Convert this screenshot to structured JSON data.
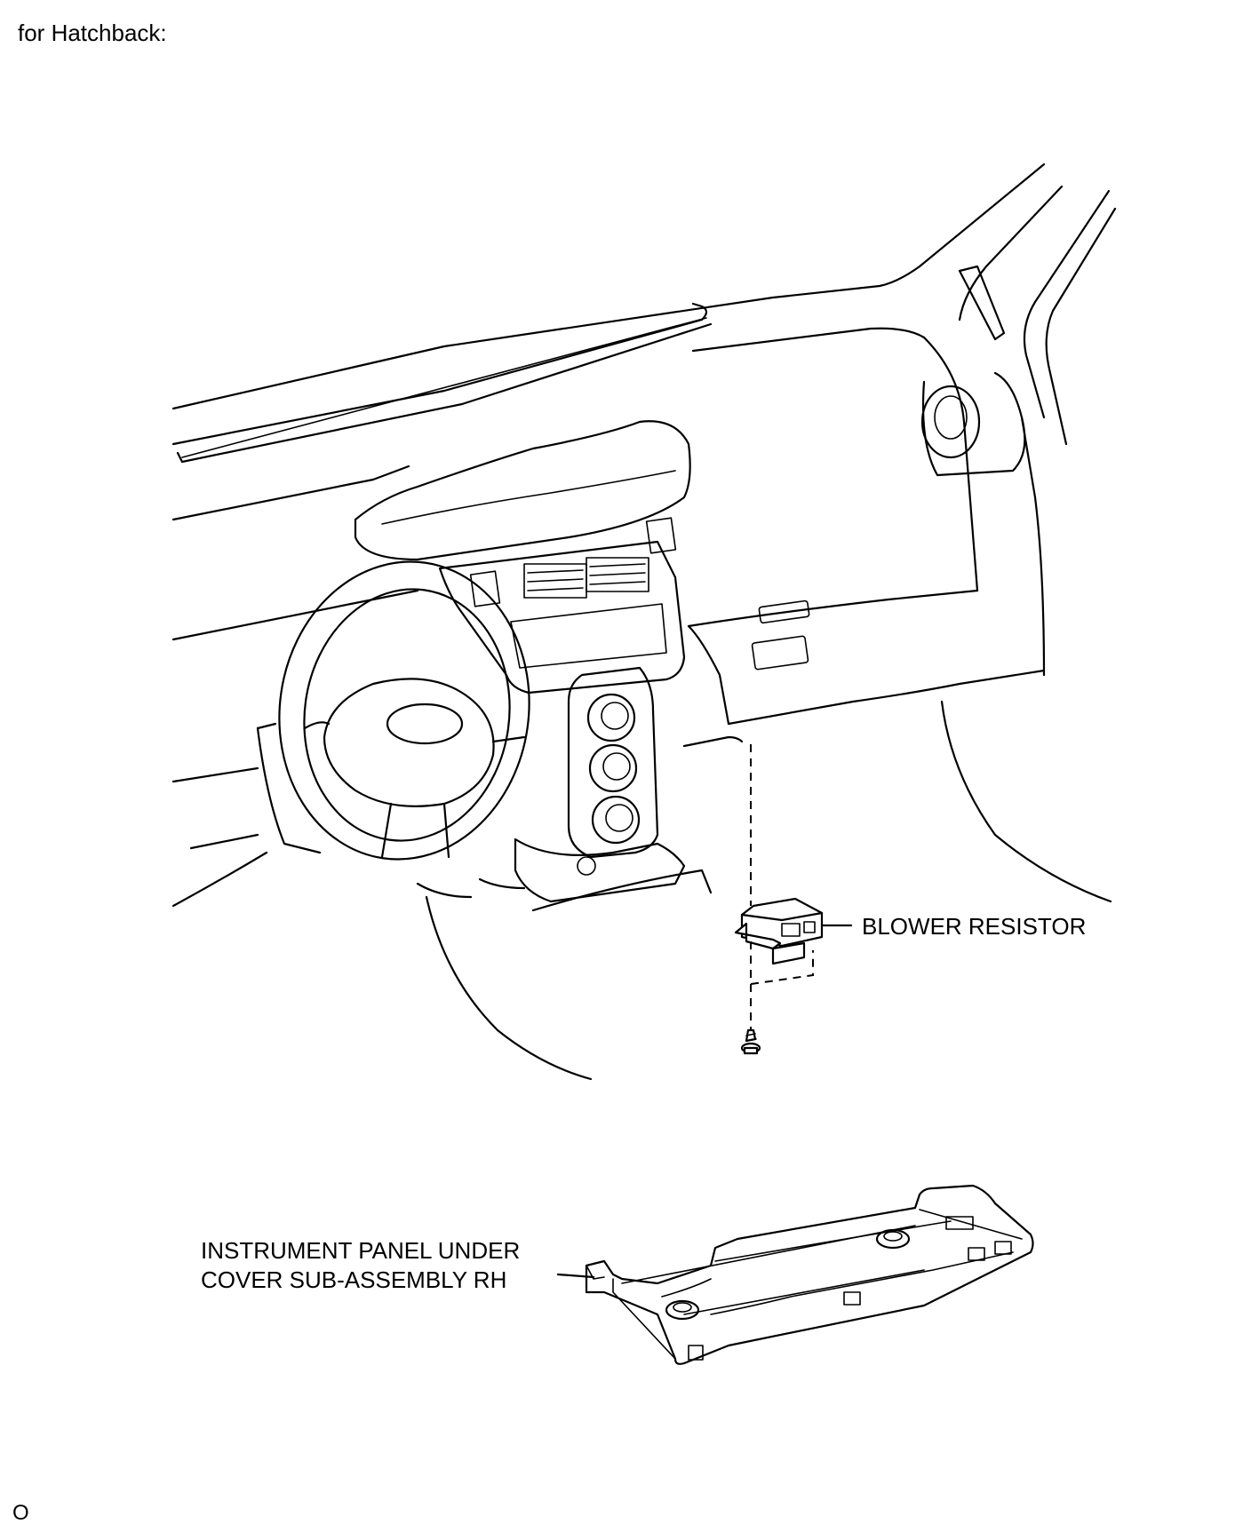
{
  "header": {
    "text": "for Hatchback:"
  },
  "callouts": {
    "blower_resistor": "BLOWER RESISTOR",
    "under_cover_line1": "INSTRUMENT PANEL UNDER",
    "under_cover_line2": "COVER SUB-ASSEMBLY RH"
  },
  "footer": {
    "text": "O"
  }
}
